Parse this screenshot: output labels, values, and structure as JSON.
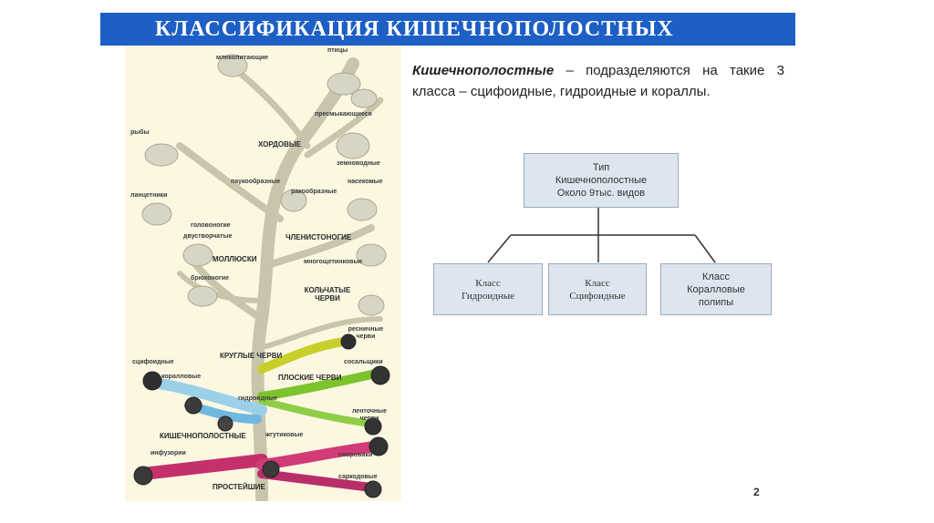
{
  "slide": {
    "title": "КЛАССИФИКАЦИЯ КИШЕЧНОПОЛОСТНЫХ",
    "intro_lead": "Кишечнополостные",
    "intro_rest": " – подразделяются на такие 3 класса – сцифоидные, гидроидные и кораллы.",
    "page_number": "2"
  },
  "tree": {
    "labels": {
      "mlekopitayuschie": "млекопитающие",
      "ptitsy": "птицы",
      "presmykayuschiesya": "пресмыкающиеся",
      "ryby": "рыбы",
      "hordovye": "ХОРДОВЫЕ",
      "zemnovodnye": "земноводные",
      "paukoobraznye": "паукообразные",
      "nasekomye": "насекомые",
      "rakoobraznye": "ракообразные",
      "lantsetniki": "ланцетники",
      "golovonogie": "головоногие",
      "dvustvorchatye": "двустворчатые",
      "chlenistonogie": "ЧЛЕНИСТОНОГИЕ",
      "mollyuski": "МОЛЛЮСКИ",
      "mnogoschetinkovye": "многощетинковые",
      "bryuhonogie": "брюхоногие",
      "kolchatye_chervi": "КОЛЬЧАТЫЕ ЧЕРВИ",
      "resnichnye_chervi": "ресничные черви",
      "kruglye_chervi": "КРУГЛЫЕ ЧЕРВИ",
      "stsifoidnye": "сцифоидные",
      "korallovye": "коралловые",
      "sosalschiki": "сосальщики",
      "ploskie_chervi": "ПЛОСКИЕ ЧЕРВИ",
      "gidroidnye": "гидроидные",
      "lentochnye_chervi": "ленточные черви",
      "kishechnopolostnye": "КИШЕЧНОПОЛОСТНЫЕ",
      "zhgutikovye": "жгутиковые",
      "infuzorii": "инфузории",
      "sporoviki": "споровики",
      "sarkodovye": "саркодовые",
      "prosteyshie": "ПРОСТЕЙШИЕ"
    }
  },
  "diagram": {
    "root_lines": [
      "Тип",
      "Кишечнополостные",
      "Около 9тыс.  видов"
    ],
    "children": [
      {
        "lines": [
          "Класс",
          "Гидроидные"
        ]
      },
      {
        "lines": [
          "Класс",
          "Сцифоидные"
        ]
      },
      {
        "lines": [
          "Класс",
          "Коралловые",
          "полипы"
        ]
      }
    ]
  },
  "colors": {
    "title_bar": "#1d5fc4",
    "box_fill": "#dde6ee",
    "panel_bg": "#fbf7e1"
  }
}
